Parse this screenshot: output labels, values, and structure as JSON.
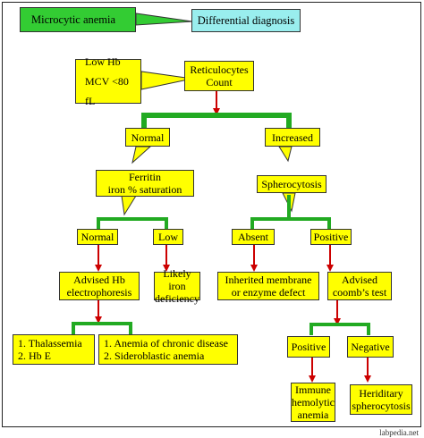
{
  "header": {
    "title_left": "Microcytic anemia",
    "title_right": "Differential diagnosis"
  },
  "top": {
    "callout": "Low Hb\nMCV <80 fL",
    "root": "Reticulocytes\nCount"
  },
  "level1": {
    "normal": "Normal",
    "increased": "Increased"
  },
  "level2": {
    "ferritin": "Ferritin\niron % saturation",
    "spherocytosis": "Spherocytosis"
  },
  "level3": {
    "normal": "Normal",
    "low": "Low",
    "absent": "Absent",
    "positive": "Positive"
  },
  "level4": {
    "advised_hb": "Advised Hb\nelectrophoresis",
    "iron_def": "Likely iron\ndeficiency",
    "inherited": "Inherited membrane\nor enzyme defect",
    "coombs": "Advised\ncoomb’s test"
  },
  "level5": {
    "thalassemia": "1. Thalassemia\n2. Hb  E",
    "chronic": "1. Anemia of chronic disease\n2. Sideroblastic anemia",
    "positive": "Positive",
    "negative": "Negative"
  },
  "level6": {
    "immune": "Immune\nhemolytic\nanemia",
    "hereditary": "Heriditary\nspherocytosis"
  },
  "footer": "labpedia.net",
  "colors": {
    "box_fill": "#ffff00",
    "callout_fill": "#33cc33",
    "header_right_fill": "#99eeee",
    "connector_green": "#22aa22",
    "arrow_red": "#cc0000"
  }
}
